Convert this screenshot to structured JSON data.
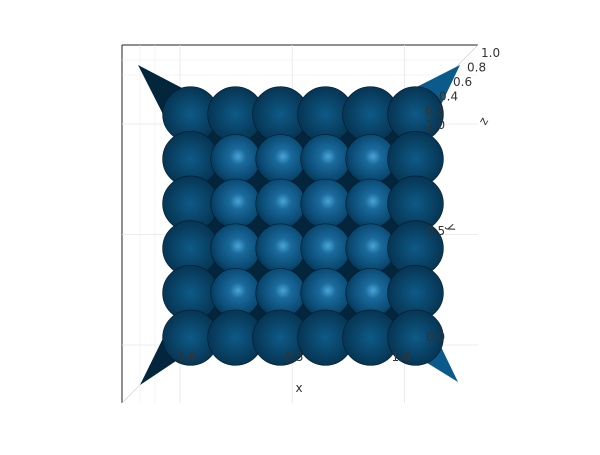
{
  "chart_data": {
    "type": "surface3d",
    "title": "",
    "xlabel": "x",
    "ylabel": "y",
    "zlabel": "z",
    "x_ticks": [
      "0.0",
      "0.5",
      "1.0"
    ],
    "y_ticks": [
      "0.0",
      "0.5",
      "1.0"
    ],
    "z_ticks": [
      "0.2",
      "0.4",
      "0.6",
      "0.8",
      "1.0"
    ],
    "xlim": [
      0,
      1
    ],
    "ylim": [
      0,
      1
    ],
    "zlim": [
      0,
      1
    ],
    "grid": true,
    "bump_grid": [
      6,
      6
    ],
    "surface_color": "#0a4a73",
    "highlight_color": "#3a8fc4",
    "shadow_color": "#03263d"
  }
}
